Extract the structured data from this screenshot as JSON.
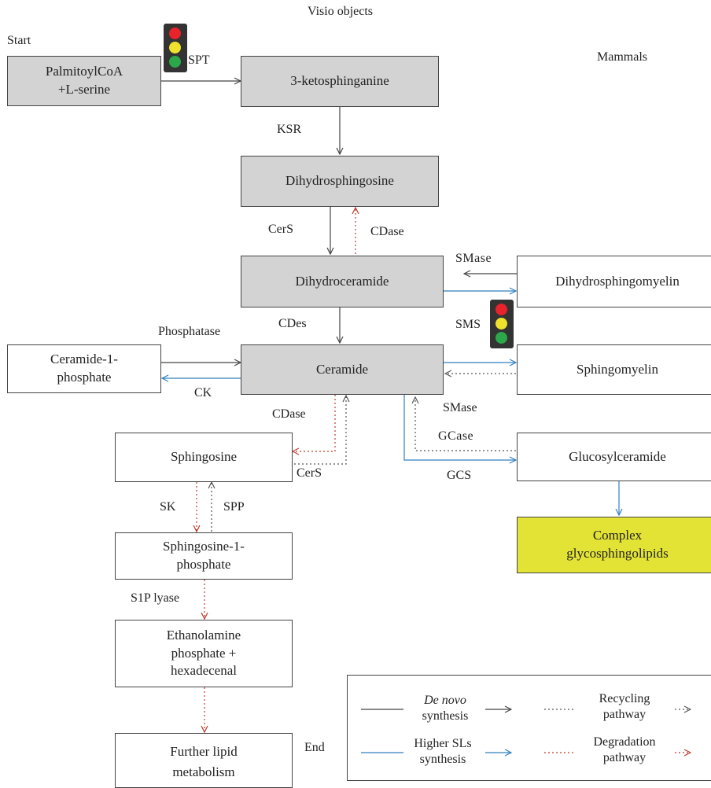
{
  "title": "Visio objects",
  "region": "Mammals",
  "start": "Start",
  "end": "End",
  "nodes": {
    "palmitoyl": [
      "PalmitoylCoA",
      "+L-serine"
    ],
    "ketosphinganine": "3-ketosphinganine",
    "dihydrosphingosine": "Dihydrosphingosine",
    "dihydroceramide": "Dihydroceramide",
    "dihydrosphingomyelin": "Dihydrosphingomyelin",
    "ceramide": "Ceramide",
    "ceramide1p": [
      "Ceramide-1-",
      "phosphate"
    ],
    "sphingomyelin": "Sphingomyelin",
    "sphingosine": "Sphingosine",
    "glucosylceramide": "Glucosylceramide",
    "complexgsl": [
      "Complex",
      "glycosphingolipids"
    ],
    "s1p": [
      "Sphingosine-1-",
      "phosphate"
    ],
    "ethanolamine": [
      "Ethanolamine",
      "phosphate +",
      "hexadecenal"
    ],
    "further": [
      "Further lipid",
      "metabolism"
    ]
  },
  "enzymes": {
    "spt": "SPT",
    "ksr": "KSR",
    "cers1": "CerS",
    "cdase1": "CDase",
    "smase1": "SMase",
    "cdes": "CDes",
    "sms": "SMS",
    "phosphatase": "Phosphatase",
    "ck": "CK",
    "cdase2": "CDase",
    "smase2": "SMase",
    "gcase": "GCase",
    "cers2": "CerS",
    "gcs": "GCS",
    "sk": "SK",
    "spp": "SPP",
    "s1plyase": "S1P lyase"
  },
  "legend": {
    "denovo_italic": "De novo",
    "denovo_rest": "synthesis",
    "higher": [
      "Higher SLs",
      "synthesis"
    ],
    "recycling": [
      "Recycling",
      "pathway"
    ],
    "degradation": [
      "Degradation",
      "pathway"
    ]
  },
  "colors": {
    "denovo": "#444444",
    "higher": "#2f7fc1",
    "recycling": "#555555",
    "degradation": "#c0392b",
    "main_node": "#d3d3d3",
    "complex_node": "#e3e336"
  }
}
